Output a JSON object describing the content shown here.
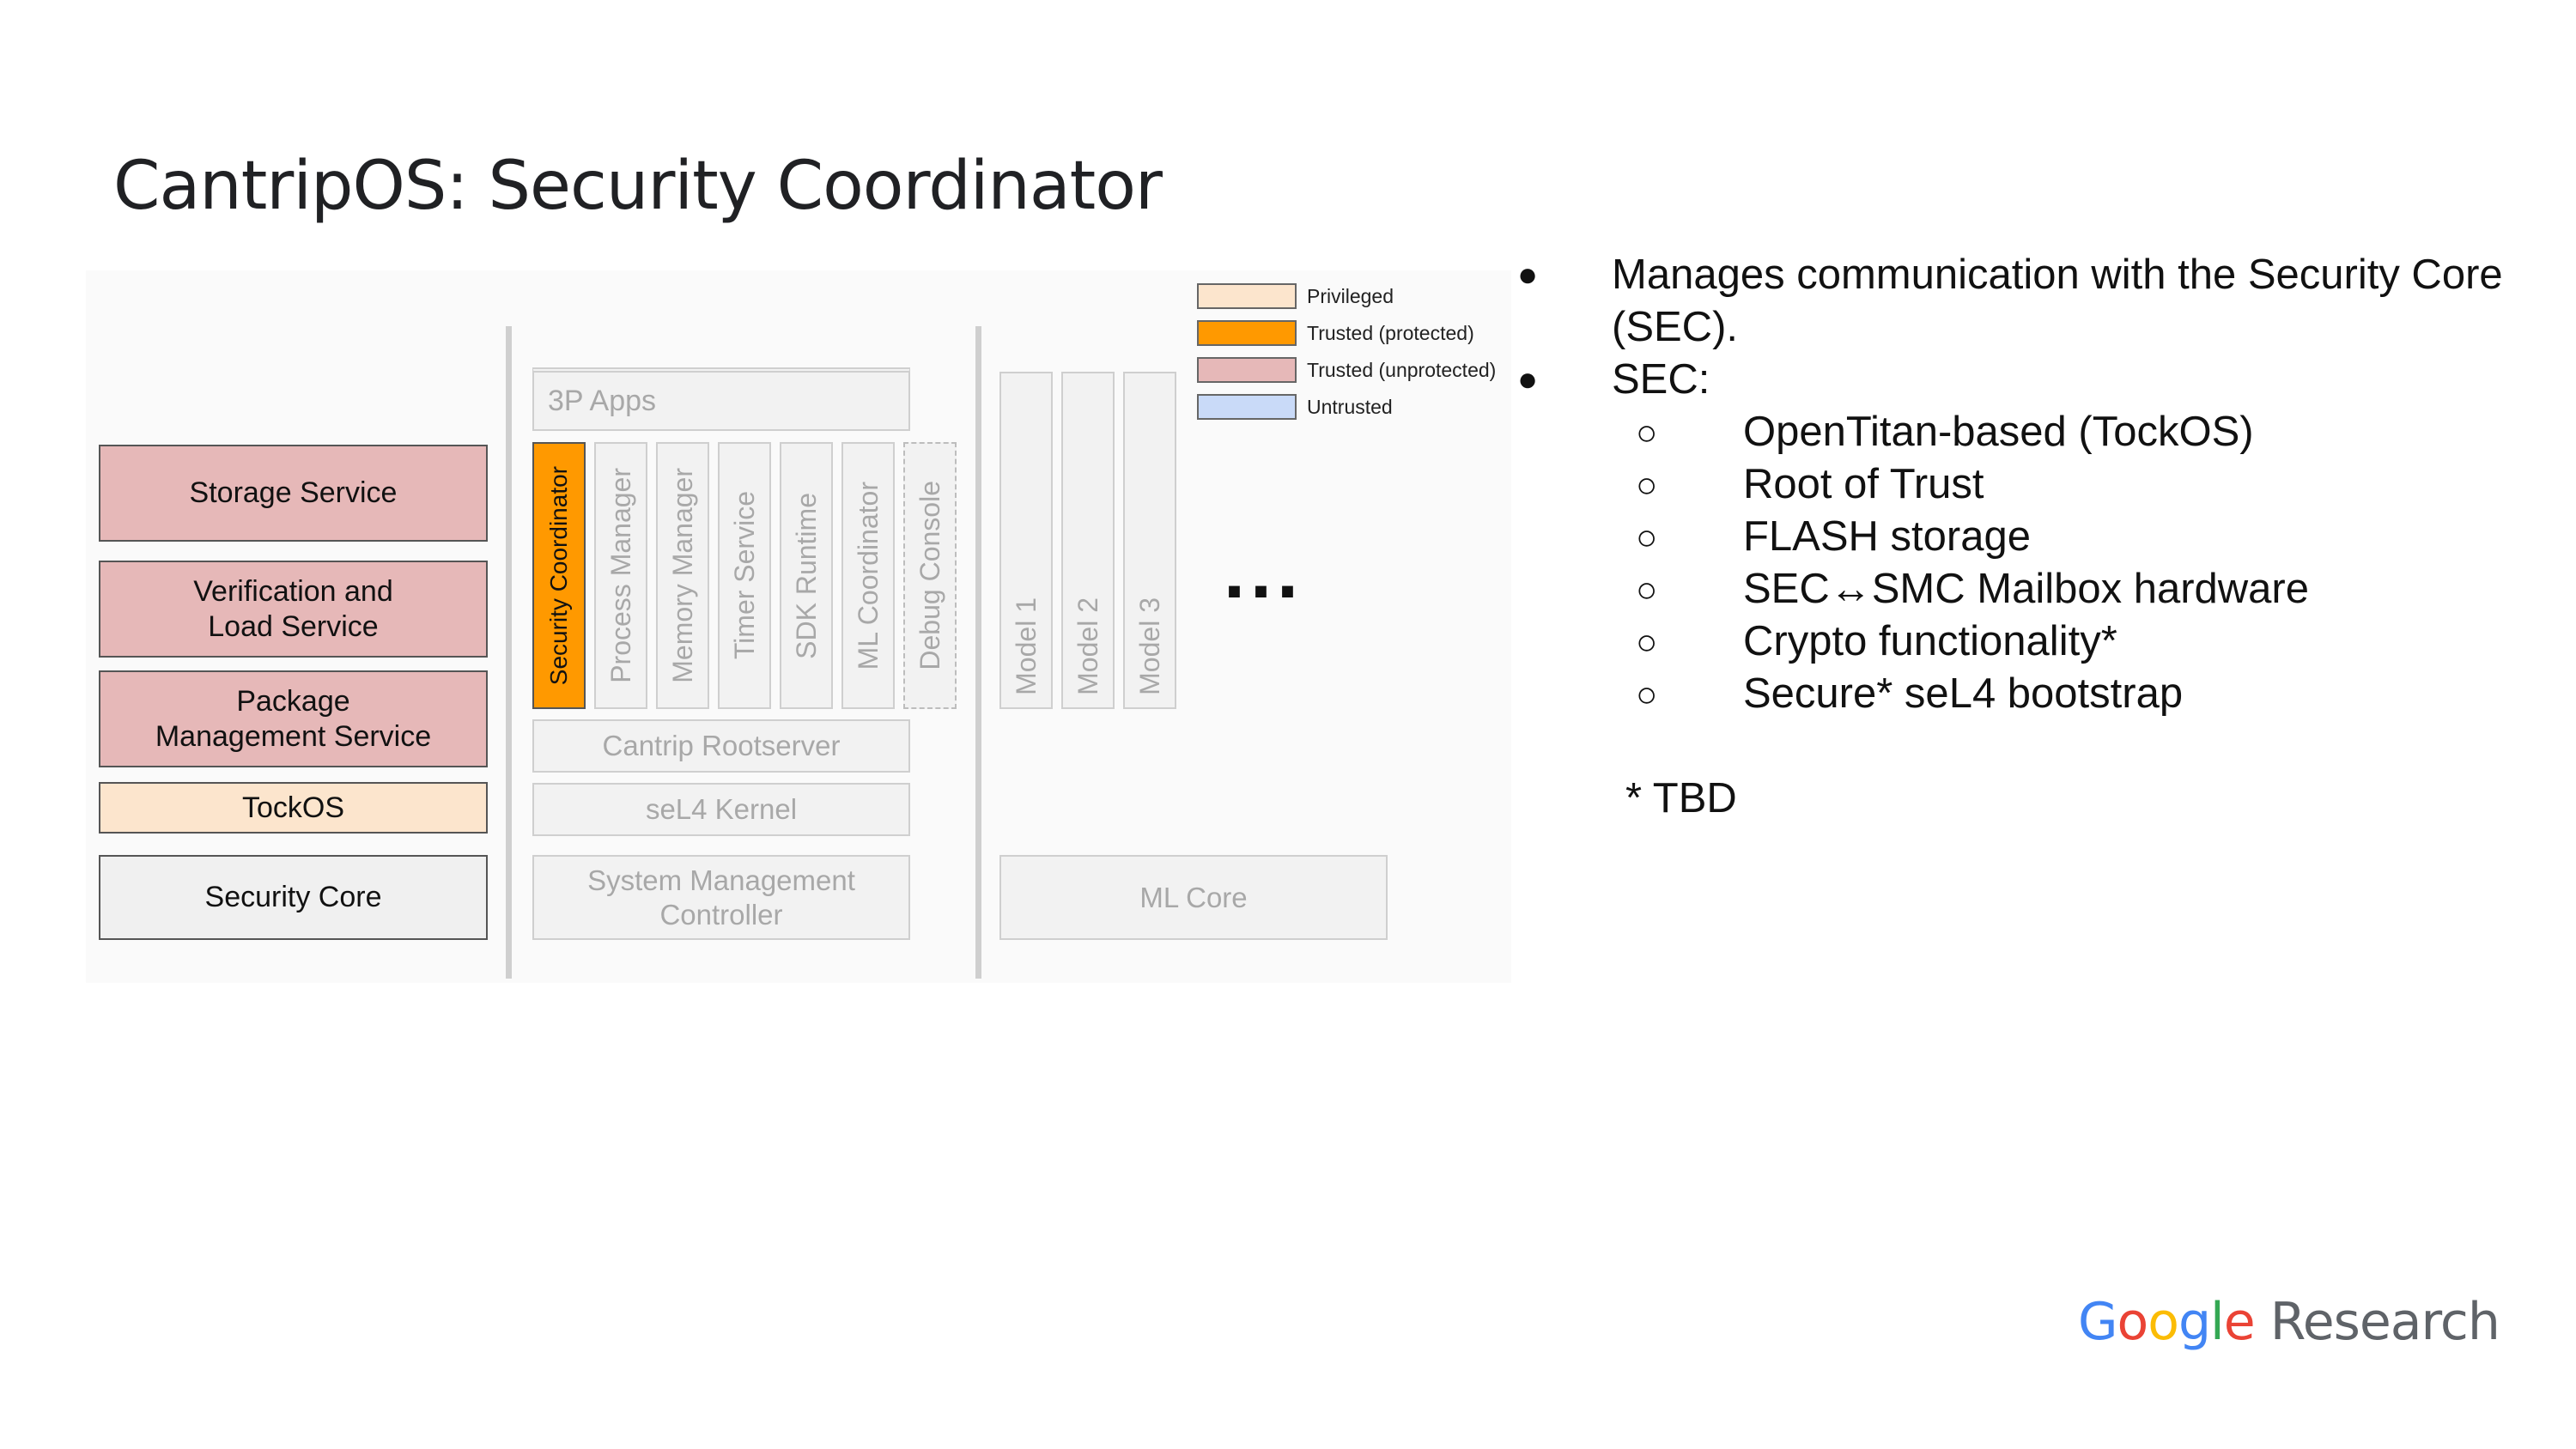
{
  "slide": {
    "title": "CantripOS: Security Coordinator"
  },
  "legend": [
    {
      "label": "Privileged",
      "color": "#fce5cd"
    },
    {
      "label": "Trusted (protected)",
      "color": "#ff9900"
    },
    {
      "label": "Trusted (unprotected)",
      "color": "#e6b8b8"
    },
    {
      "label": "Untrusted",
      "color": "#c9daf8"
    }
  ],
  "diagram": {
    "sec_column": {
      "storage_service": "Storage Service",
      "verification_load_service": "Verification and Load Service",
      "package_management_service": "Package Management Service",
      "tockos": "TockOS",
      "security_core": "Security Core"
    },
    "smc_column": {
      "apps": "3P Apps",
      "components": [
        "Security Coordinator",
        "Process Manager",
        "Memory Manager",
        "Timer Service",
        "SDK Runtime",
        "ML Coordinator",
        "Debug Console"
      ],
      "rootserver": "Cantrip Rootserver",
      "kernel": "seL4 Kernel",
      "controller": "System Management Controller"
    },
    "ml_column": {
      "models": [
        "Model 1",
        "Model 2",
        "Model 3"
      ],
      "core": "ML Core",
      "ellipsis": "..."
    }
  },
  "bullets": [
    {
      "text": "Manages communication with the Security Core (SEC).",
      "sub": []
    },
    {
      "text": "SEC:",
      "sub": [
        "OpenTitan-based (TockOS)",
        "Root of Trust",
        "FLASH storage",
        "SEC↔SMC Mailbox hardware",
        "Crypto functionality*",
        "Secure* seL4 bootstrap"
      ]
    }
  ],
  "bullet_marks": {
    "level1": "●",
    "level2": "○"
  },
  "footnote": "* TBD",
  "logo": {
    "google_letters": [
      "G",
      "o",
      "o",
      "g",
      "l",
      "e"
    ],
    "google_colors": [
      "#4285F4",
      "#EA4335",
      "#FBBC05",
      "#4285F4",
      "#34A853",
      "#EA4335"
    ],
    "suffix": "Research",
    "suffix_color": "#5f6368"
  }
}
